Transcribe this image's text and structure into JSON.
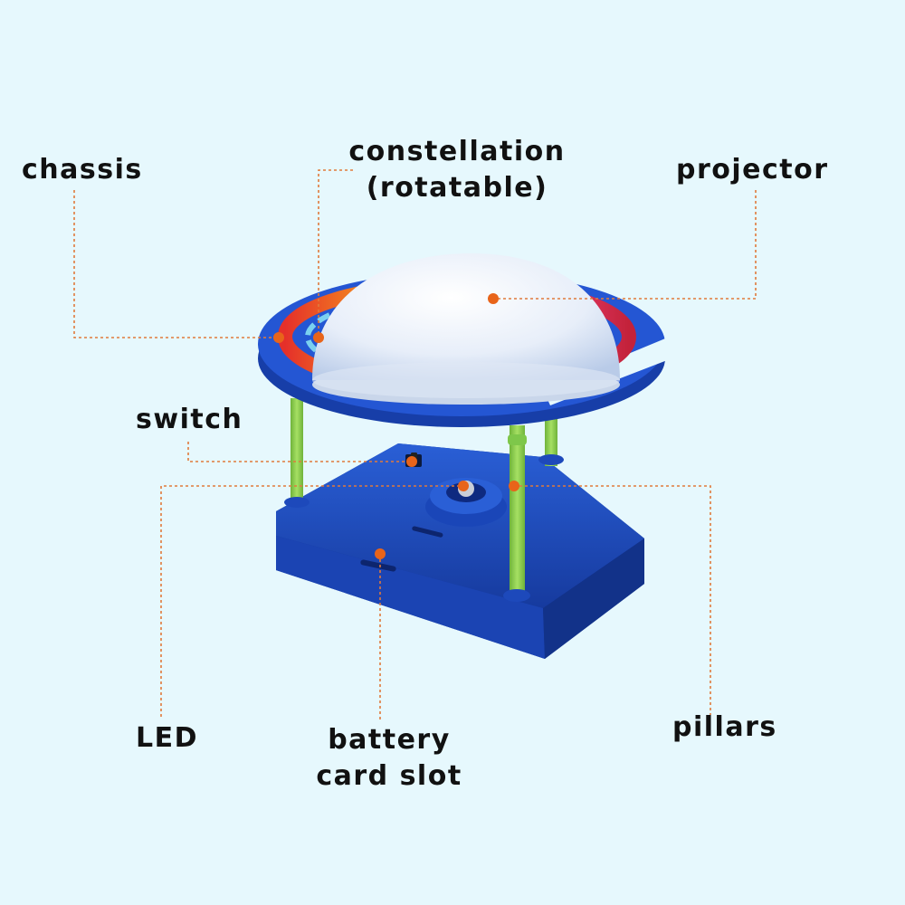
{
  "labels": {
    "chassis": "chassis",
    "constellation_line1": "constellation",
    "constellation_line2": "(rotatable)",
    "projector": "projector",
    "switch": "switch",
    "led": "LED",
    "battery_line1": "battery",
    "battery_line2": "card slot",
    "pillars": "pillars"
  },
  "colors": {
    "background": "#e6f8fd",
    "leader_line": "#e07a3c",
    "dot": "#e8641a",
    "body_blue": "#1f4fc4",
    "pillar_green": "#8fd14f",
    "dome_white": "#eef3fa"
  }
}
